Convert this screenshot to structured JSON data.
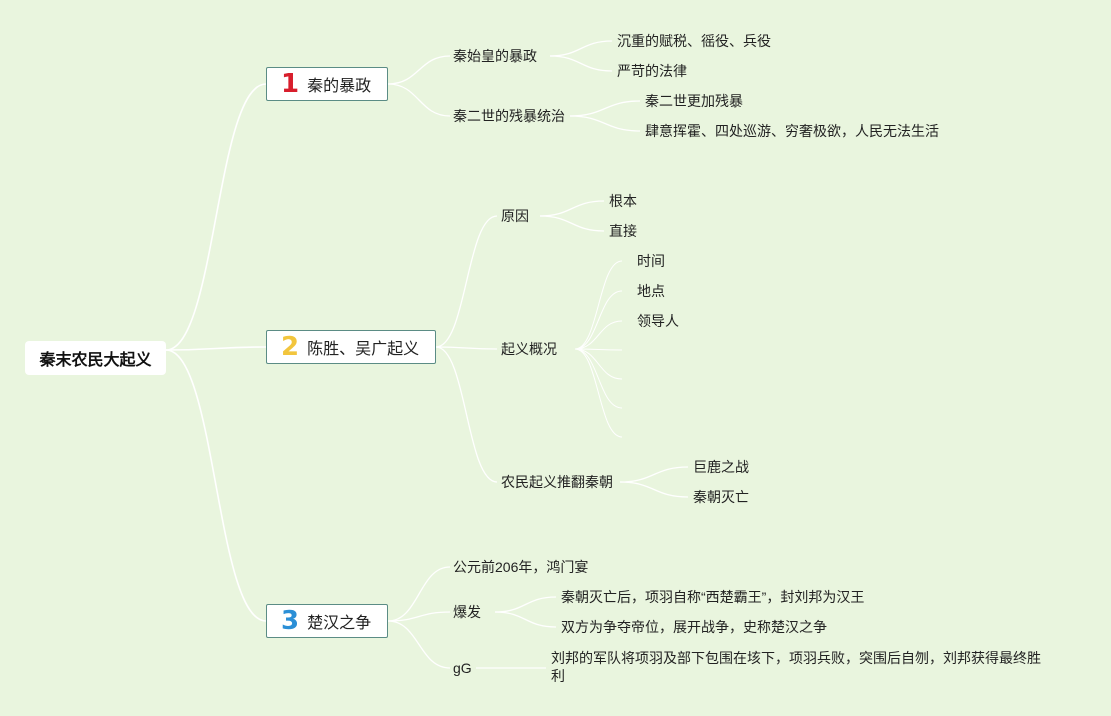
{
  "root": {
    "label": "秦末农民大起义"
  },
  "branches": [
    {
      "number": "1",
      "label": "秦的暴政",
      "children": [
        {
          "label": "秦始皇的暴政",
          "children": [
            "沉重的赋税、徭役、兵役",
            "严苛的法律"
          ]
        },
        {
          "label": "秦二世的残暴统治",
          "children": [
            "秦二世更加残暴",
            "肆意挥霍、四处巡游、穷奢极欲，人民无法生活"
          ]
        }
      ]
    },
    {
      "number": "2",
      "label": "陈胜、吴广起义",
      "children": [
        {
          "label": "原因",
          "children": [
            "根本",
            "直接"
          ]
        },
        {
          "label": "起义概况",
          "children": [
            "时间",
            "地点",
            "领导人"
          ]
        },
        {
          "label": "农民起义推翻秦朝",
          "children": [
            "巨鹿之战",
            "秦朝灭亡"
          ]
        }
      ]
    },
    {
      "number": "3",
      "label": "楚汉之争",
      "children": [
        {
          "label": "公元前206年，鸿门宴",
          "children": []
        },
        {
          "label": "爆发",
          "children": [
            "秦朝灭亡后，项羽自称“西楚霸王”，封刘邦为汉王",
            "双方为争夺帝位，展开战争，史称楚汉之争"
          ]
        },
        {
          "label": "gG",
          "children": [
            "刘邦的军队将项羽及部下包围在垓下，项羽兵败，突围后自刎，刘邦获得最终胜利"
          ]
        }
      ]
    }
  ],
  "colors": {
    "background": "#e9f5de",
    "connector": "#ffffff",
    "branch_border": "#5b8c85",
    "number_1": "#d81e2c",
    "number_2": "#f2c53d",
    "number_3": "#2b8fd6"
  }
}
